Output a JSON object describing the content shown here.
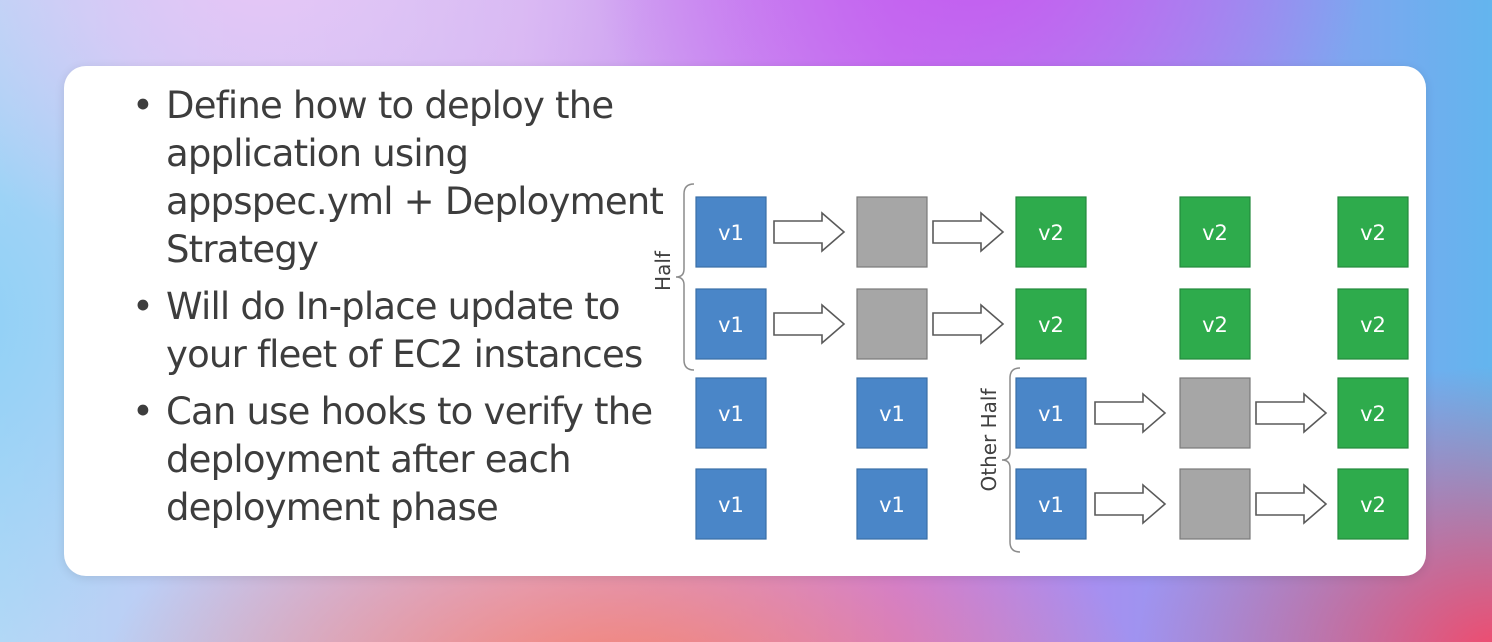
{
  "bullets": [
    "Define how to deploy the application using appspec.yml + Deployment Strategy",
    "Will do In-place update to your fleet of EC2 instances",
    "Can use hooks to verify the deployment after each deployment phase"
  ],
  "bullet_lines": [
    [
      "Define how to deploy the",
      "application using",
      "appspec.yml + Deployment",
      "Strategy"
    ],
    [
      "Will do In-place update to",
      "your fleet of EC2 instances"
    ],
    [
      "Can use hooks to verify the",
      "deployment after each",
      "deployment phase"
    ]
  ],
  "bullet_symbol": "•",
  "diagram": {
    "labels": {
      "half": "Half",
      "other_half": "Other Half",
      "v1": "v1",
      "v2": "v2"
    },
    "colors": {
      "v1": "#4a86c8",
      "v2": "#2eab4c",
      "gray": "#a6a6a6",
      "arrow": "#ffffff",
      "arrow_stroke": "#5a5a5a"
    },
    "rows": [
      [
        "v1",
        "arrow",
        "gray",
        "arrow",
        "v2",
        "none",
        "v2",
        "none",
        "v2"
      ],
      [
        "v1",
        "arrow",
        "gray",
        "arrow",
        "v2",
        "none",
        "v2",
        "none",
        "v2"
      ],
      [
        "v1",
        "none",
        "v1",
        "none",
        "v1",
        "arrow",
        "gray",
        "arrow",
        "v2"
      ],
      [
        "v1",
        "none",
        "v1",
        "none",
        "v1",
        "arrow",
        "gray",
        "arrow",
        "v2"
      ]
    ]
  }
}
